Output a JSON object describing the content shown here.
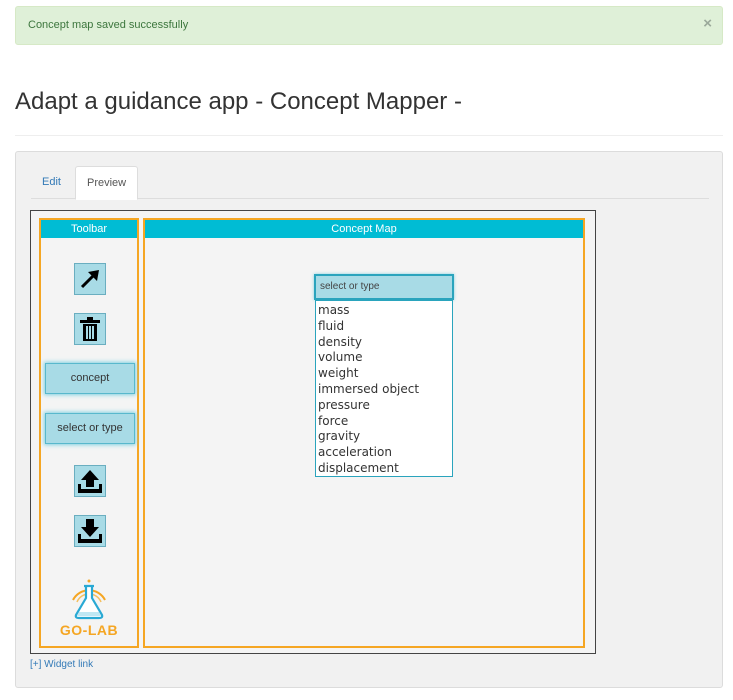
{
  "alert": {
    "message": "Concept map saved successfully",
    "close_symbol": "×"
  },
  "page_title": "Adapt a guidance app - Concept Mapper -",
  "tabs": [
    {
      "label": "Edit",
      "active": false
    },
    {
      "label": "Preview",
      "active": true
    }
  ],
  "toolbar": {
    "header": "Toolbar",
    "icons": [
      "arrow-connect-icon",
      "trash-icon",
      "upload-icon",
      "download-icon"
    ],
    "concept_button": "concept",
    "select_button": "select or type",
    "logo_text": "GO-LAB"
  },
  "concept_map": {
    "header": "Concept Map",
    "combo_placeholder": "select or type",
    "options": [
      "mass",
      "fluid",
      "density",
      "volume",
      "weight",
      "immersed object",
      "pressure",
      "force",
      "gravity",
      "acceleration",
      "displacement"
    ]
  },
  "widget_link": "[+] Widget link",
  "colors": {
    "accent": "#00bcd4",
    "panel_border": "#f5a623",
    "button_fill": "#a8dbe6",
    "success_bg": "#dff0d8"
  }
}
